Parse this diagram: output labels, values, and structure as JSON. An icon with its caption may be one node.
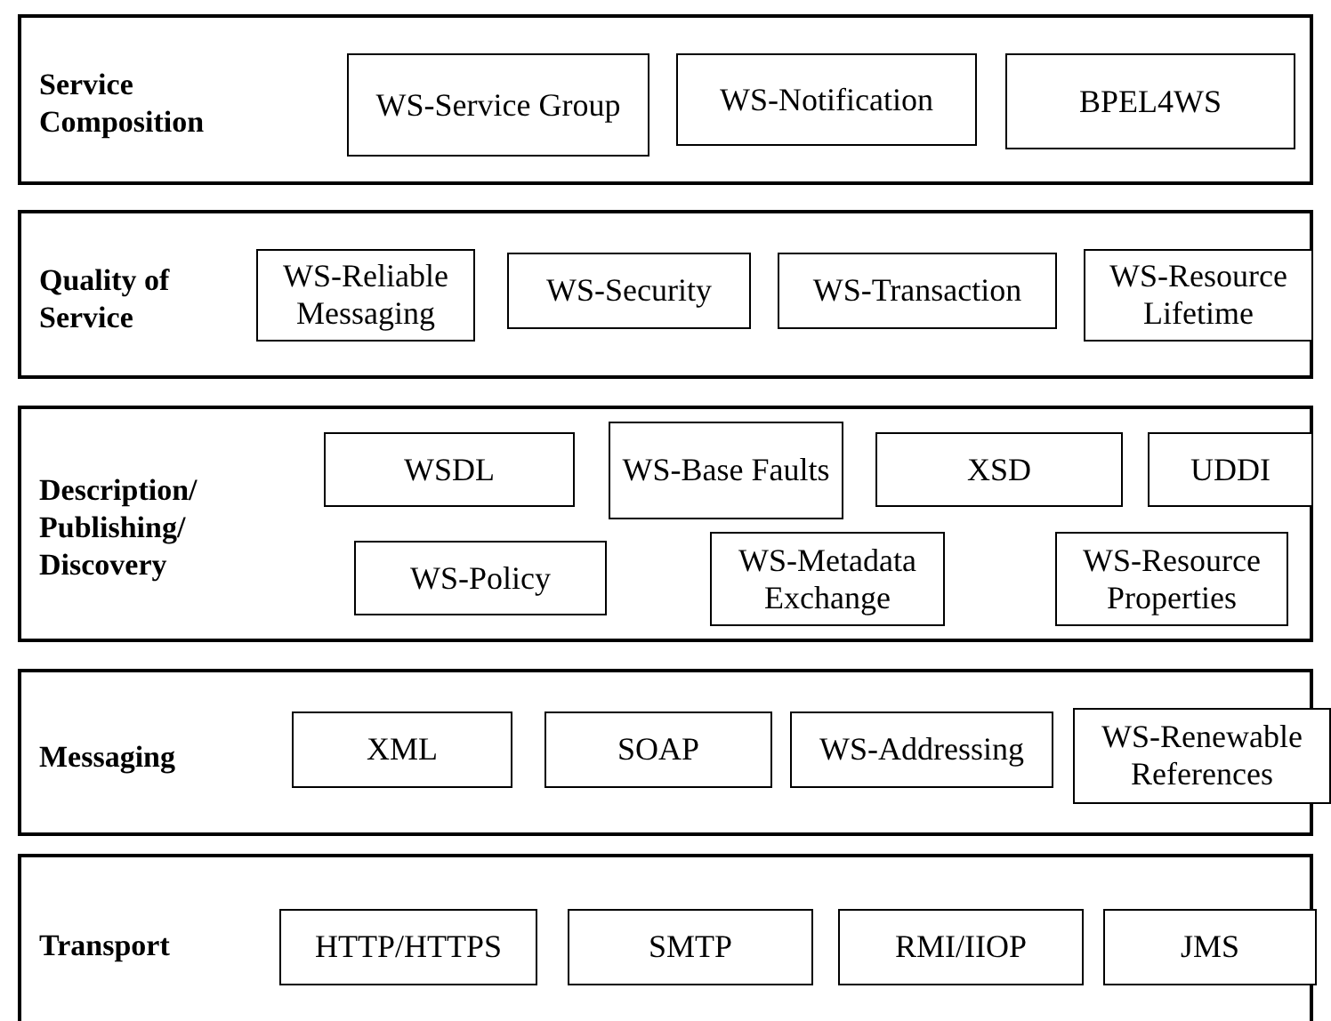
{
  "diagram": {
    "nodes": [
      {
        "text": [
          "Service Composition"
        ]
      },
      {
        "text": [
          "WS-Service Group"
        ],
        "in": 0
      },
      {
        "text": [
          "WS-Notification"
        ],
        "in": 0
      },
      {
        "text": [
          "BPEL4WS"
        ],
        "in": 0
      },
      {
        "text": [
          "Quality of Service"
        ]
      },
      {
        "text": [
          "WS-Reliable Messaging"
        ],
        "in": 4
      },
      {
        "text": [
          "WS-Security"
        ],
        "in": 4
      },
      {
        "text": [
          "WS-Transaction"
        ],
        "in": 4
      },
      {
        "text": [
          "WS-Resource Lifetime"
        ],
        "in": 4
      },
      {
        "text": [
          "Description/ Publishing/ Discovery"
        ]
      },
      {
        "text": [
          "WSDL"
        ],
        "in": 9
      },
      {
        "text": [
          "WS-Base Faults"
        ],
        "in": 9
      },
      {
        "text": [
          "XSD"
        ],
        "in": 9
      },
      {
        "text": [
          "UDDI"
        ],
        "in": 9
      },
      {
        "text": [
          "WS-Policy"
        ],
        "in": 9
      },
      {
        "text": [
          "WS-Metadata Exchange"
        ],
        "in": 9
      },
      {
        "text": [
          "WS-Resource Properties"
        ],
        "in": 9
      },
      {
        "text": [
          "Messaging"
        ]
      },
      {
        "text": [
          "XML"
        ],
        "in": 17
      },
      {
        "text": [
          "SOAP"
        ],
        "in": 17
      },
      {
        "text": [
          "WS-Addressing"
        ],
        "in": 17
      },
      {
        "text": [
          "WS-Renewable References"
        ],
        "in": 17
      },
      {
        "text": [
          "Transport"
        ]
      },
      {
        "text": [
          "HTTP/HTTPS"
        ],
        "in": 22
      },
      {
        "text": [
          "SMTP"
        ],
        "in": 22
      },
      {
        "text": [
          "RMI/IIOP"
        ],
        "in": 22
      },
      {
        "text": [
          "JMS"
        ],
        "in": 22
      }
    ]
  }
}
